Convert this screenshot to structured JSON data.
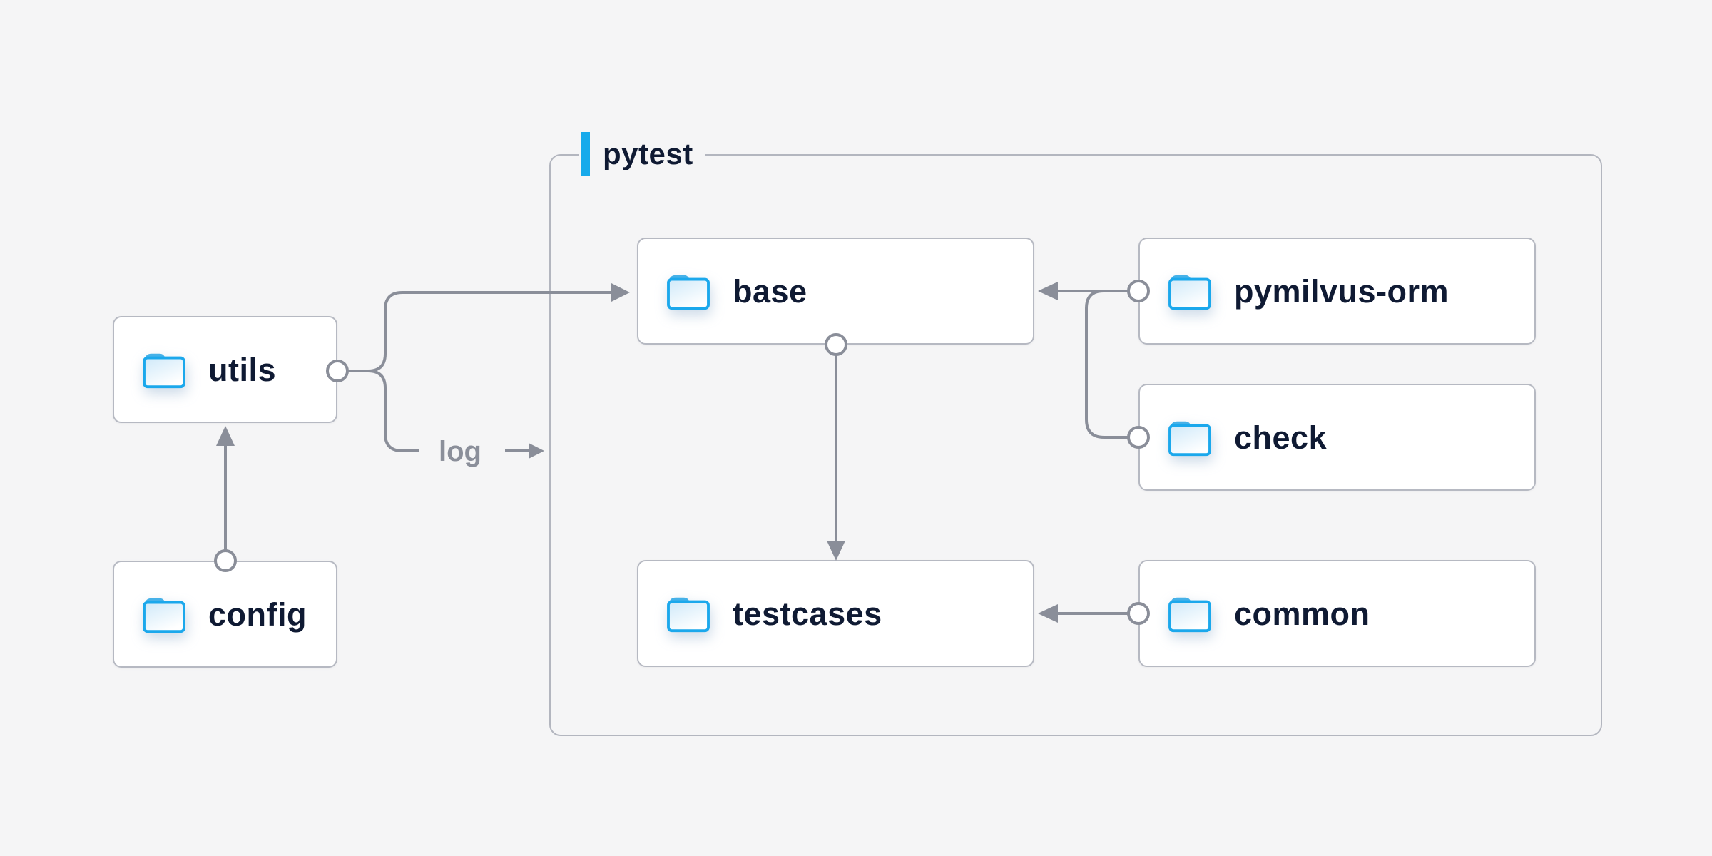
{
  "canvas": {
    "background": "#f5f5f6"
  },
  "container": {
    "label": "pytest"
  },
  "nodes": {
    "utils": {
      "label": "utils",
      "icon": "folder-icon"
    },
    "config": {
      "label": "config",
      "icon": "folder-icon"
    },
    "base": {
      "label": "base",
      "icon": "folder-icon"
    },
    "pymilvus_orm": {
      "label": "pymilvus-orm",
      "icon": "folder-icon"
    },
    "check": {
      "label": "check",
      "icon": "folder-icon"
    },
    "testcases": {
      "label": "testcases",
      "icon": "folder-icon"
    },
    "common": {
      "label": "common",
      "icon": "folder-icon"
    }
  },
  "edges": {
    "config_to_utils": {
      "from": "config",
      "to": "utils"
    },
    "utils_to_base": {
      "from": "utils",
      "to": "base"
    },
    "utils_to_log": {
      "from": "utils",
      "to": "log",
      "label": "log"
    },
    "pymilvus_orm_to_base": {
      "from": "pymilvus-orm",
      "to": "base"
    },
    "check_to_base": {
      "from": "check",
      "to": "base"
    },
    "base_to_testcases": {
      "from": "base",
      "to": "testcases"
    },
    "common_to_testcases": {
      "from": "common",
      "to": "testcases"
    }
  },
  "colors": {
    "page_background": "#f5f5f6",
    "accent_blue": "#17aaeb",
    "text_navy": "#0f1a33",
    "line_gray": "#8a8e99",
    "node_border": "#b6b9c2",
    "container_border": "#b3b6bf",
    "node_fill": "#ffffff",
    "folder_stroke": "#1ba8ec",
    "folder_tab": "#46b1e8",
    "folder_fill_light": "#cfe9f9"
  }
}
